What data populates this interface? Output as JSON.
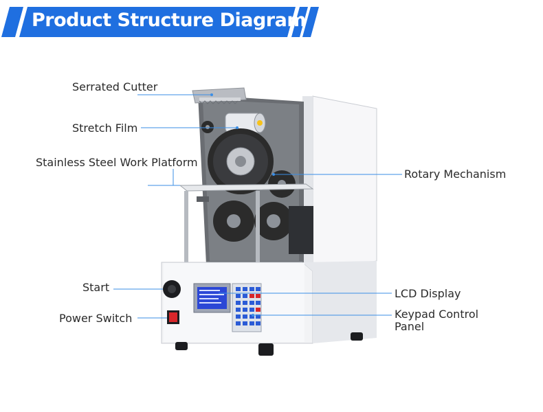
{
  "header": {
    "title": "Product Structure Diagram",
    "banner_color": "#1f6fe0"
  },
  "labels": {
    "serrated_cutter": "Serrated Cutter",
    "stretch_film": "Stretch Film",
    "work_platform": "Stainless Steel Work Platform",
    "rotary_mechanism": "Rotary Mechanism",
    "start": "Start",
    "power_switch": "Power Switch",
    "lcd_display": "LCD Display",
    "keypad_line1": "Keypad Control",
    "keypad_line2": "Panel"
  },
  "colors": {
    "leader_line": "#3a8ee6",
    "machine_body": "#f2f3f5",
    "gear": "#2b2b2b",
    "lcd": "#2b47d6",
    "keypad_key": "#2b5bd6",
    "power_button": "#d8262a"
  }
}
